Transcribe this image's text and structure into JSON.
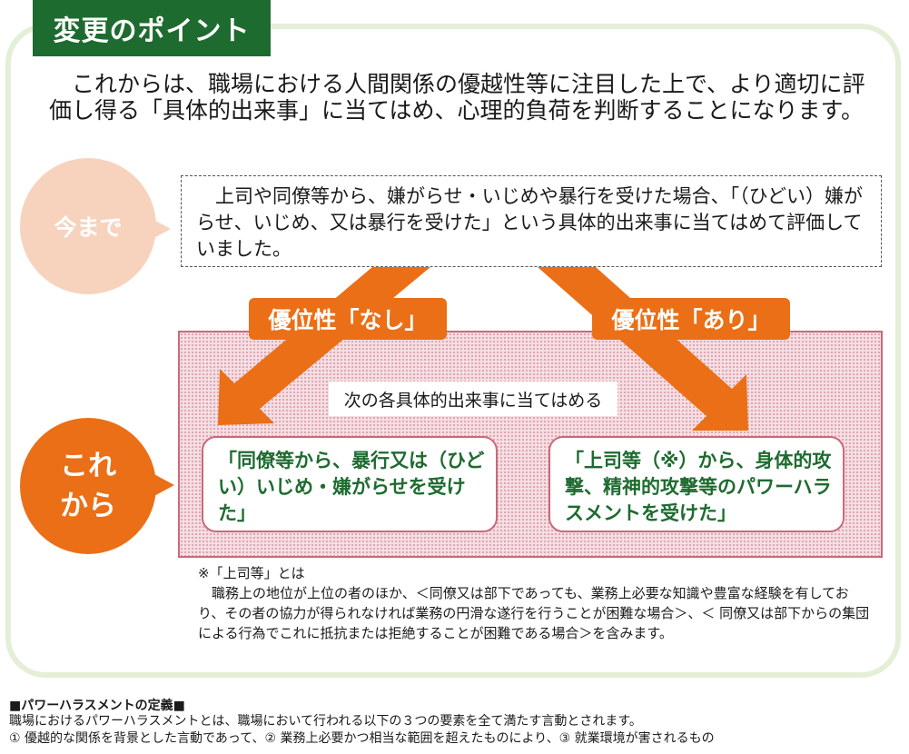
{
  "header": {
    "title": "変更のポイント"
  },
  "intro": "　これからは、職場における人間関係の優越性等に注目した上で、より適切に評価し得る「具体的出来事」に当てはめ、心理的負荷を判断することになります。",
  "before": {
    "label": "今まで",
    "text": "　上司や同僚等から、嫌がらせ・いじめや暴行を受けた場合、「（ひどい）嫌がらせ、いじめ、又は暴行を受けた」という具体的出来事に当てはめて評価していました。"
  },
  "after": {
    "label_line1": "これ",
    "label_line2": "から"
  },
  "branches": {
    "none_label": "優位性「なし」",
    "yes_label": "優位性「あり」"
  },
  "apply_label": "次の各具体的出来事に当てはめる",
  "cases": {
    "left": "「同僚等から、暴行又は（ひどい）いじめ・嫌がらせを受けた」",
    "right": "「上司等（※）から、身体的攻撃、精神的攻撃等のパワーハラスメントを受けた」"
  },
  "note": {
    "heading": "※「上司等」とは",
    "body": "　職務上の地位が上位の者のほか、＜同僚又は部下であっても、業務上必要な知識や豊富な経験を有しており、その者の協力が得られなければ業務の円滑な遂行を行うことが困難な場合＞、＜ 同僚又は部下からの集団による行為でこれに抵抗または拒絶することが困難である場合＞を含みます。"
  },
  "definition": {
    "title": "■パワーハラスメントの定義■",
    "line1": "職場におけるパワーハラスメントとは、職場において行われる以下の３つの要素を全て満たす言動とされます。",
    "line2": "①  優越的な関係を背景とした言動であって、②  業務上必要かつ相当な範囲を超えたものにより、③  就業環境が害されるもの"
  },
  "colors": {
    "title_bg": "#1e6b2f",
    "accent_orange": "#ea6f16",
    "light_orange": "#f7d3bd",
    "frame_green": "#e3efd6",
    "case_text": "#1e6b2f"
  }
}
